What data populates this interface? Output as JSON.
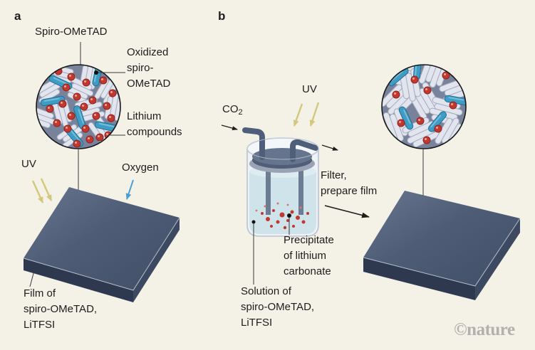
{
  "figure": {
    "panel_a": {
      "panel_label": "a",
      "spiro_label": "Spiro-OMeTAD",
      "oxidized_label": "Oxidized\nspiro-\nOMeTAD",
      "lithium_label": "Lithium\ncompounds",
      "uv_label": "UV",
      "oxygen_label": "Oxygen",
      "film_label": "Film of\nspiro-OMeTAD,\nLiTFSI"
    },
    "panel_b": {
      "panel_label": "b",
      "co2_base": "CO",
      "co2_sub": "2",
      "uv_label": "UV",
      "filter_label": "Filter,\nprepare film",
      "precipitate_label": "Precipitate\nof lithium\ncarbonate",
      "solution_label": "Solution of\nspiro-OMeTAD,\nLiTFSI"
    },
    "credit": "©nature",
    "icons": {
      "uv_arrows": "uv-arrow-icon",
      "oxygen_arrow": "oxygen-arrow-icon",
      "co2_arrow": "co2-arrow-icon",
      "gas_out_arrow": "gas-out-arrow-icon",
      "filter_arrow": "filter-arrow-icon"
    },
    "colors": {
      "background": "#f4f1e7",
      "film_top": "#4e5c76",
      "film_side": "#303b51",
      "uv_arrow": "#d3c87a",
      "oxygen_arrow": "#4b9fd5",
      "inset_background": "#78829a",
      "spiro_rod_white": "#e2e5ee",
      "oxidized_rod_blue": "#3f9cc5",
      "lithium_red": "#c2382f",
      "beaker_liquid": "#cfe3ea",
      "lid_slate": "#66748e",
      "credit_gray": "#b3b1ad"
    }
  }
}
